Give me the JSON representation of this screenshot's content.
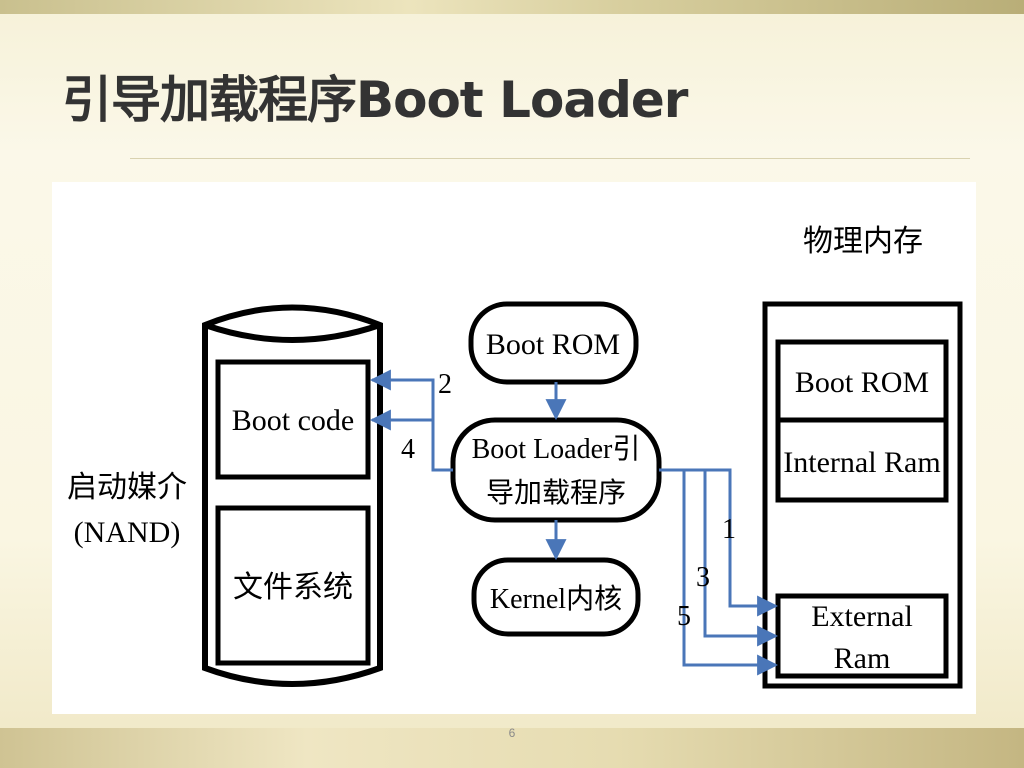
{
  "slide": {
    "title": "引导加载程序Boot Loader",
    "page_number": "6"
  },
  "diagram": {
    "storage": {
      "label_line1": "启动媒介",
      "label_line2": "(NAND)",
      "boot_code": "Boot code",
      "file_system": "文件系统"
    },
    "center": {
      "boot_rom": "Boot ROM",
      "boot_loader_line1": "Boot Loader引",
      "boot_loader_line2": "导加载程序",
      "kernel": "Kernel内核"
    },
    "memory": {
      "title": "物理内存",
      "boot_rom": "Boot ROM",
      "internal_ram": "Internal Ram",
      "external_ram_line1": "External",
      "external_ram_line2": "Ram"
    },
    "steps": {
      "s1": "1",
      "s2": "2",
      "s3": "3",
      "s4": "4",
      "s5": "5"
    },
    "colors": {
      "arrow": "#4a76b8",
      "outline": "#000000"
    }
  }
}
